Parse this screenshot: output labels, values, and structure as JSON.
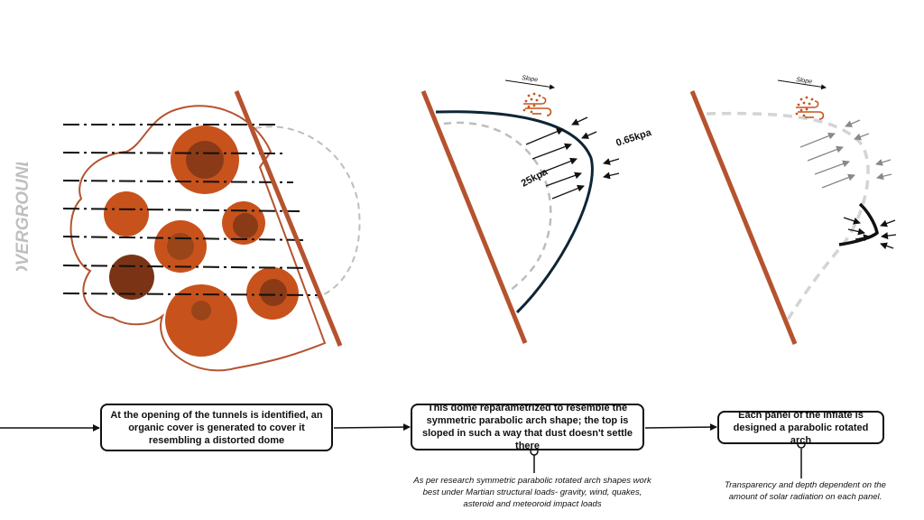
{
  "side_label": "OVERGROUND",
  "panel2": {
    "slope_label": "Slope",
    "pressure_outer": "0.65kpa",
    "pressure_inner": "25kpa"
  },
  "panel3": {
    "slope_label": "Slope"
  },
  "steps": [
    {
      "text": "At the opening of the tunnels is identified,  an organic cover is generated to cover it resembling  a distorted dome"
    },
    {
      "text": "This dome reparametrized  to resemble the symmetric parabolic  arch shape; the top is sloped in such a way that dust doesn't settle there",
      "note": "As per research symmetric parabolic  rotated arch shapes work best under Martian structural loads- gravity, wind, quakes, asteroid and meteoroid impact loads"
    },
    {
      "text": "Each panel of the inflate is designed  a parabolic rotated arch",
      "note": "Transparency and depth dependent  on the amount of solar radiation on each panel."
    }
  ],
  "colors": {
    "rust": "#b5532f",
    "orange": "#c8521c",
    "dark_brown": "#7a3415",
    "arch_navy": "#0f2535",
    "dashed_gray": "#bdbdbd",
    "label_gray": "#bfbfbf"
  }
}
